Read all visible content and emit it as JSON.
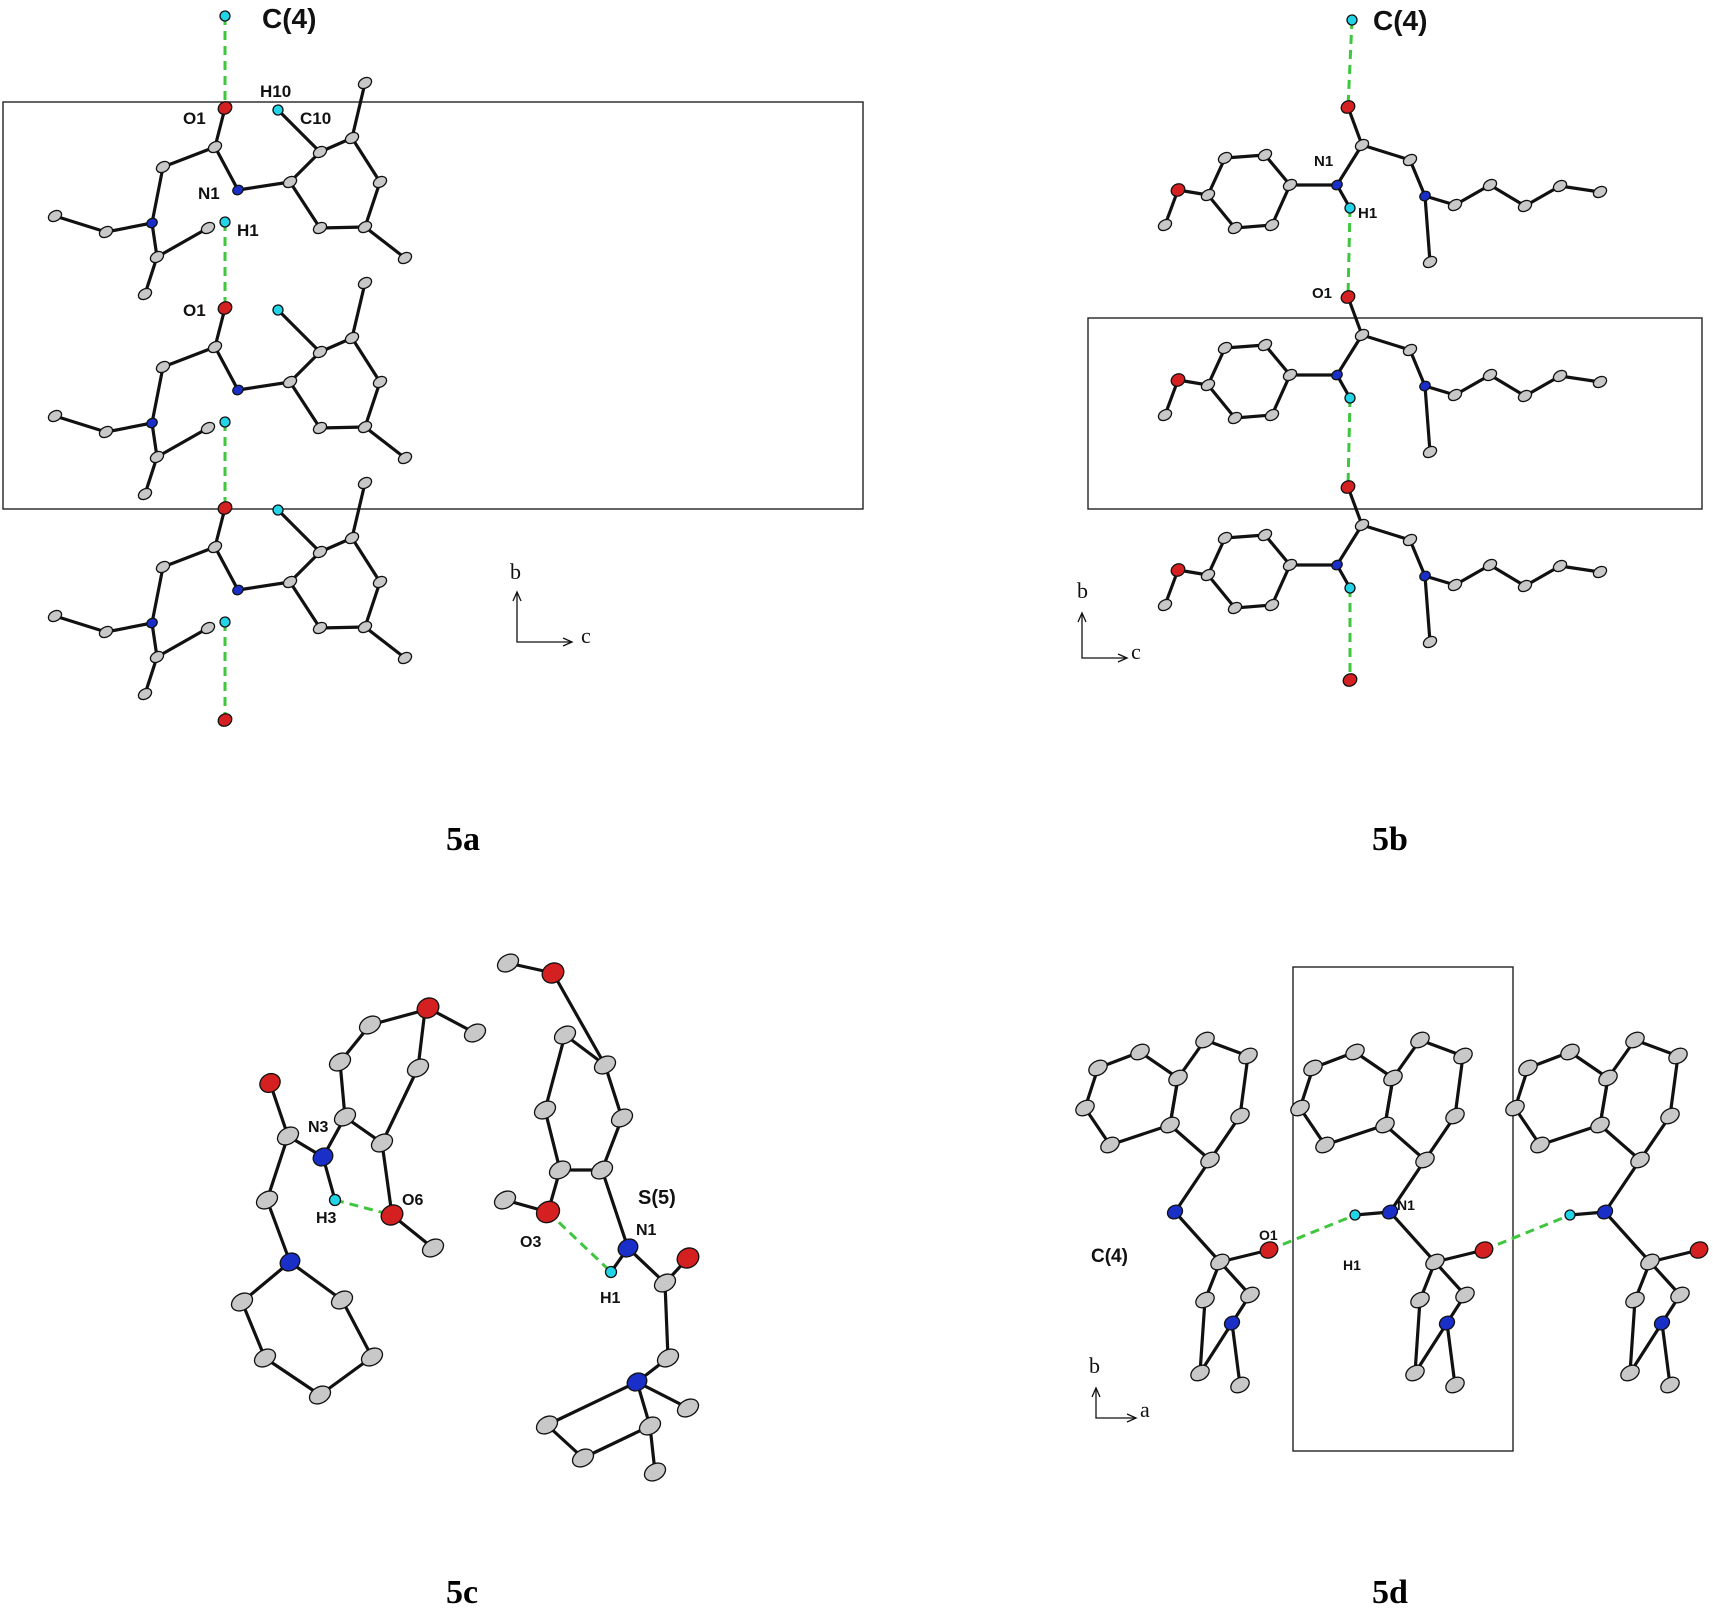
{
  "panels": [
    {
      "id": "5a",
      "caption": "5a",
      "motif": "C(4)",
      "labels": [
        "O1",
        "H10",
        "C10",
        "N1",
        "H1",
        "O1"
      ],
      "axes": [
        "b",
        "c"
      ]
    },
    {
      "id": "5b",
      "caption": "5b",
      "motif": "C(4)",
      "labels": [
        "N1",
        "H1",
        "O1"
      ],
      "axes": [
        "b",
        "c"
      ]
    },
    {
      "id": "5c",
      "caption": "5c",
      "motif": "S(5)",
      "labels": [
        "N3",
        "H3",
        "O6",
        "O3",
        "N1",
        "H1"
      ],
      "axes": []
    },
    {
      "id": "5d",
      "caption": "5d",
      "motif": "C(4)",
      "labels": [
        "O1",
        "H1",
        "N1"
      ],
      "axes": [
        "b",
        "a"
      ]
    }
  ],
  "colors": {
    "carbon": "#c8c8c8",
    "oxygen": "#d42020",
    "nitrogen": "#1a2ec8",
    "hydrogen": "#22d4e8",
    "hbond": "#3ec63e",
    "bond": "#111111"
  }
}
